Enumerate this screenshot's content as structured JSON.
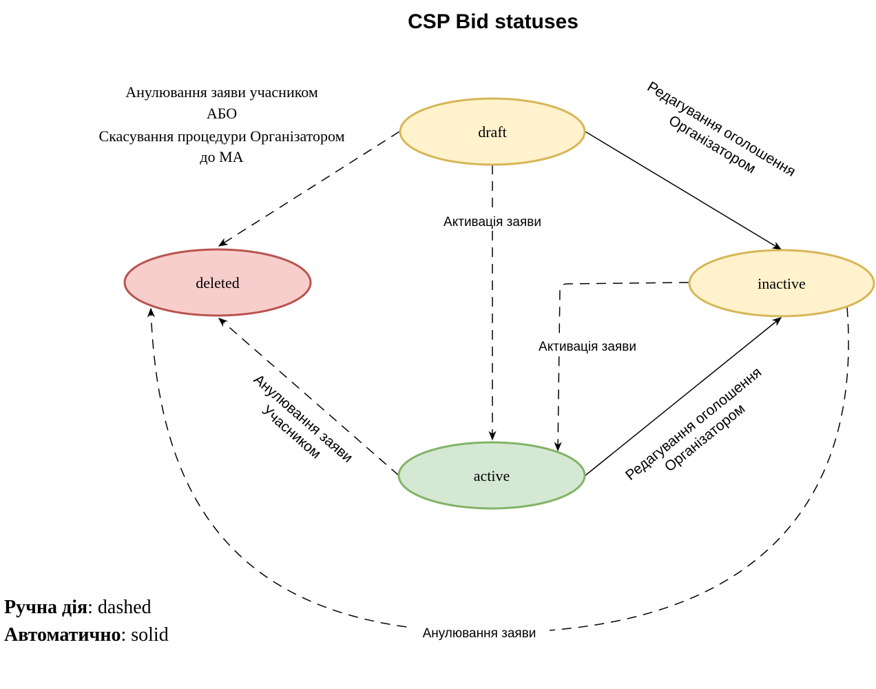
{
  "title": "CSP Bid statuses",
  "nodes": {
    "draft": {
      "label": "draft",
      "fill": "#fff2cc",
      "stroke": "#d6b656"
    },
    "deleted": {
      "label": "deleted",
      "fill": "#f8cecc",
      "stroke": "#b85450"
    },
    "inactive": {
      "label": "inactive",
      "fill": "#fff2cc",
      "stroke": "#d6b656"
    },
    "active": {
      "label": "active",
      "fill": "#d5e8d4",
      "stroke": "#82b366"
    }
  },
  "edges": {
    "draft_to_deleted": {
      "style": "dashed",
      "label_lines": [
        "Анулювання заяви учасником",
        "АБО",
        "Скасування процедури Організатором",
        "до МА"
      ]
    },
    "draft_to_active": {
      "style": "dashed",
      "label": "Активація заяви"
    },
    "draft_to_inactive": {
      "style": "solid",
      "label_lines": [
        "Редагування оголошення",
        "Організатором"
      ]
    },
    "inactive_to_active": {
      "style": "dashed",
      "label": "Активація заяви"
    },
    "active_to_inactive": {
      "style": "solid",
      "label_lines": [
        "Редагування оголошення",
        "Організатором"
      ]
    },
    "active_to_deleted": {
      "style": "dashed",
      "label_lines": [
        "Анулювання заяви",
        "Учасником"
      ]
    },
    "inactive_to_deleted": {
      "style": "dashed",
      "label": "Анулювання заяви"
    }
  },
  "legend": {
    "manual_label": "Ручна дія",
    "manual_value": ": dashed",
    "auto_label": "Автоматично",
    "auto_value": ": solid"
  }
}
